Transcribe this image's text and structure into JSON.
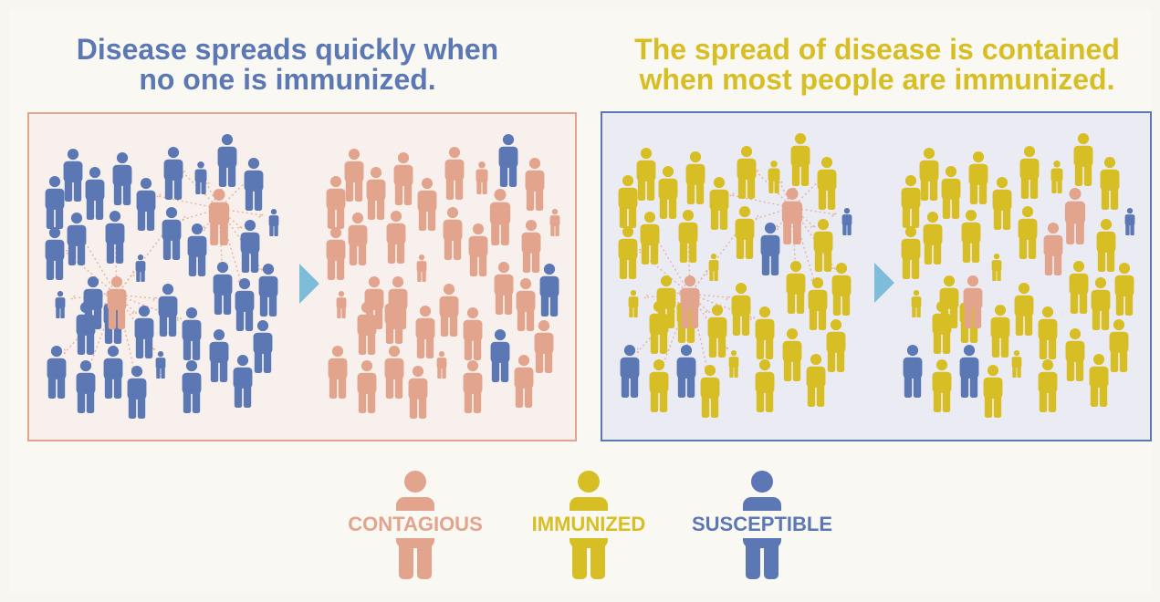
{
  "headings": {
    "left": [
      "Disease spreads quickly when",
      "no one is immunized."
    ],
    "right": [
      "The spread of disease is contained",
      "when most people are immunized."
    ]
  },
  "colors": {
    "contagious": "#e3a48d",
    "immunized": "#d8be25",
    "susceptible": "#5b77b4",
    "arrow": "#7dbdd9",
    "left_panel_border": "#e3a48d",
    "right_panel_border": "#5b77b4"
  },
  "legend": [
    {
      "key": "contagious",
      "label": "CONTAGIOUS",
      "icon": "person-contagious-icon"
    },
    {
      "key": "immunized",
      "label": "IMMUNIZED",
      "icon": "person-immunized-icon"
    },
    {
      "key": "susceptible",
      "label": "SUSCEPTIBLE",
      "icon": "person-susceptible-icon"
    }
  ],
  "scenarios": [
    {
      "key": "no-immunization",
      "before": "susceptible crowd with two contagious people",
      "after": "nearly all contagious"
    },
    {
      "key": "herd-immunity",
      "before": "mostly immunized crowd with two contagious people",
      "after": "spread contained"
    }
  ]
}
